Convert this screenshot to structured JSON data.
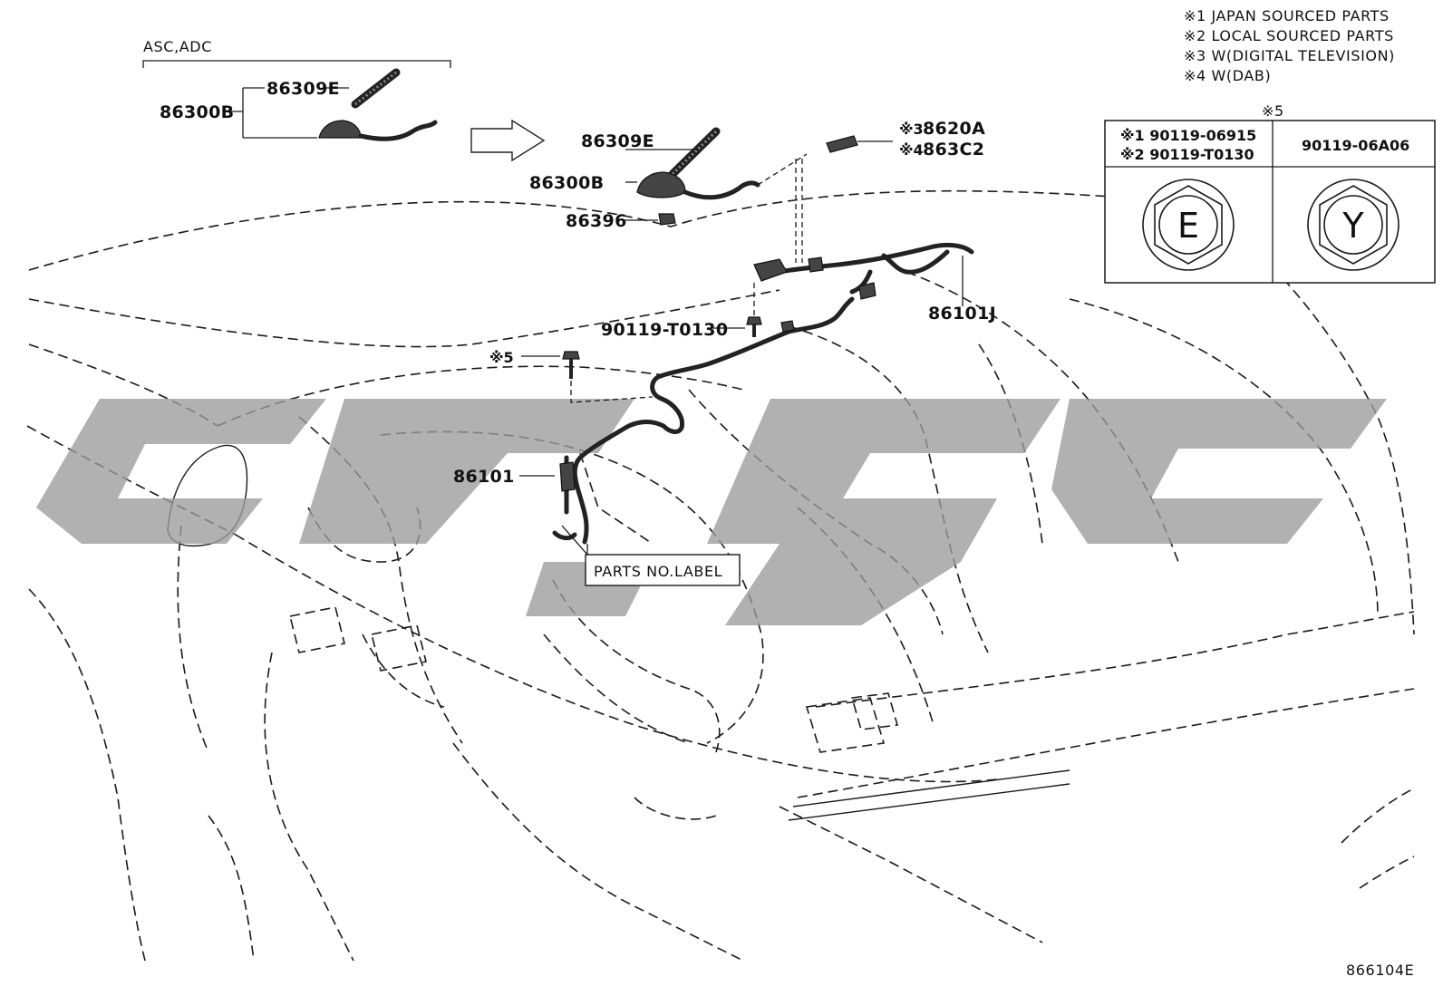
{
  "notes": [
    "※1 JAPAN SOURCED PARTS",
    "※2 LOCAL SOURCED PARTS",
    "※3 W(DIGITAL TELEVISION)",
    "※4 W(DAB)"
  ],
  "inset": {
    "title": "ASC,ADC",
    "parts": {
      "assembly": "86300B",
      "rod": "86309E"
    }
  },
  "fastener_table": {
    "header_note": "※5",
    "col1_line1": "※1 90119-06915",
    "col1_line2": "※2 90119-T0130",
    "col2": "90119-06A06",
    "mark1": "E",
    "mark2": "Y"
  },
  "parts": {
    "rod": "86309E",
    "assembly": "86300B",
    "clip": "86396",
    "connector_note_1": "※3",
    "connector_1": "8620A",
    "connector_note_2": "※4",
    "connector_2": "863C2",
    "harness_j": "86101J",
    "bolt": "90119-T0130",
    "bolt_note": "※5",
    "harness": "86101",
    "label_box": "PARTS NO.LABEL"
  },
  "figure_id": "866104E",
  "colors": {
    "line": "#1a1a1a",
    "watermark": "#9b9b9b"
  }
}
